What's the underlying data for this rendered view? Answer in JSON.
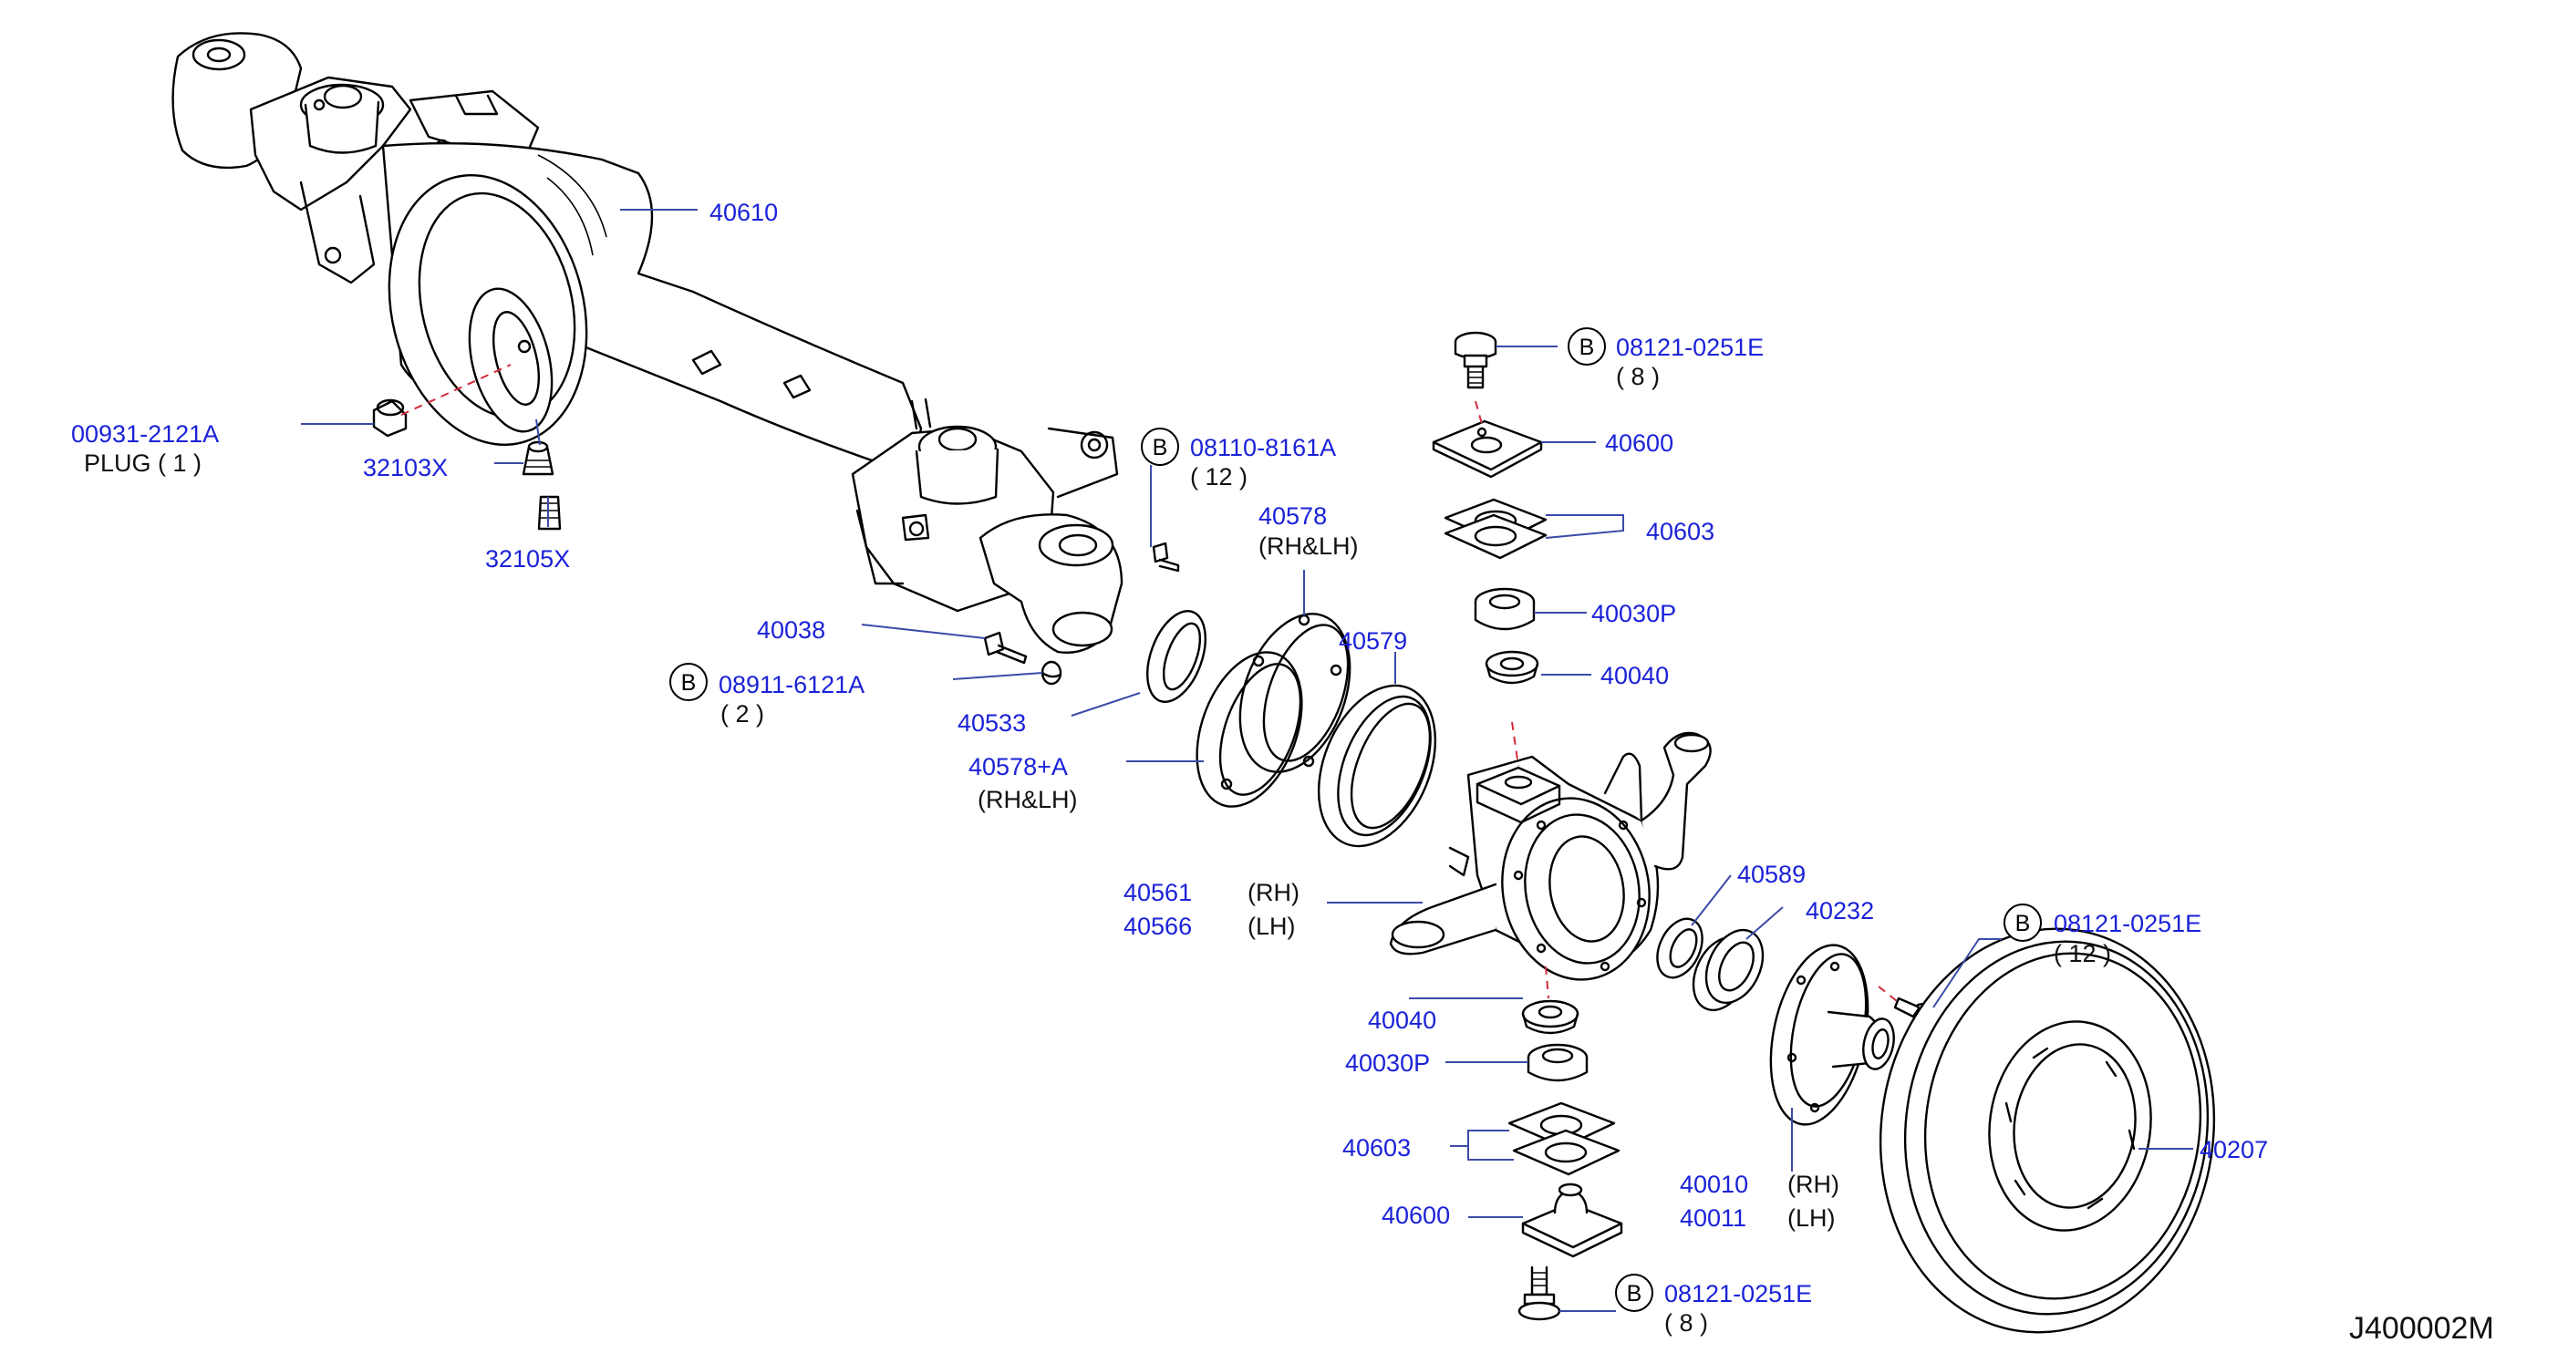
{
  "callout_marker": "B",
  "labels": {
    "axle_housing": "40610",
    "plug_part": "00931-2121A",
    "plug_desc": "PLUG ( 1 )",
    "part_32103": "32103X",
    "part_32105": "32105X",
    "bolt_08110": "08110-8161A",
    "bolt_08110_qty": "( 12 )",
    "part_40038": "40038",
    "part_08911": "08911-6121A",
    "part_08911_qty": "( 2 )",
    "part_40533": "40533",
    "part_40578": "40578",
    "part_40578_side": "(RH&LH)",
    "part_40579": "40579",
    "part_40578a": "40578+A",
    "part_40578a_side": "(RH&LH)",
    "bolt_top": "08121-0251E",
    "bolt_top_qty": "( 8 )",
    "part_40600_top": "40600",
    "part_40603_top": "40603",
    "part_40030p_top": "40030P",
    "part_40040_top": "40040",
    "knuckle_rh": "40561",
    "knuckle_rh_side": "(RH)",
    "knuckle_lh": "40566",
    "knuckle_lh_side": "(LH)",
    "part_40589": "40589",
    "part_40232": "40232",
    "bolt_hub": "08121-0251E",
    "bolt_hub_qty": "( 12 )",
    "part_40040_bot": "40040",
    "part_40030p_bot": "40030P",
    "part_40603_bot": "40603",
    "part_40600_bot": "40600",
    "bolt_bottom": "08121-0251E",
    "bolt_bottom_qty": "( 8 )",
    "hub_rh": "40010",
    "hub_rh_side": "(RH)",
    "hub_lh": "40011",
    "hub_lh_side": "(LH)",
    "rotor": "40207",
    "diagram_code": "J400002M"
  }
}
